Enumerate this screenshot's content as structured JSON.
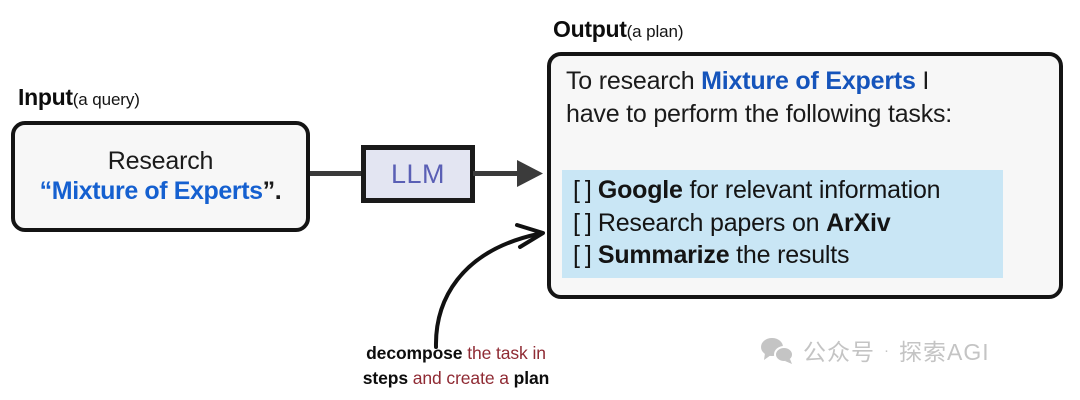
{
  "input_section": {
    "label_main": "Input",
    "label_sub": "(a query)",
    "query_line1": "Research",
    "query_open_quote": "“",
    "query_topic": "Mixture of Experts",
    "query_close": "”."
  },
  "llm": {
    "label": "LLM"
  },
  "output_section": {
    "label_main": "Output",
    "label_sub": "(a plan)",
    "intro_line1_pre": "To research ",
    "intro_topic": "Mixture of Experts",
    "intro_line1_post": " I",
    "intro_line2": "have to perform the following tasks:",
    "tasks": [
      {
        "checkbox": "[ ]",
        "keyword": "Google",
        "rest": " for relevant information",
        "keyword_first": true
      },
      {
        "checkbox": "[ ]",
        "pre": "Research papers on ",
        "keyword": "ArXiv",
        "keyword_first": false
      },
      {
        "checkbox": "[ ]",
        "keyword": "Summarize",
        "rest": " the results",
        "keyword_first": true
      }
    ]
  },
  "annotation": {
    "line1_kw": "decompose",
    "line1_rest": " the task in",
    "line2_kw1": "steps",
    "line2_mid": " and create a ",
    "line2_kw2": "plan"
  },
  "watermark": {
    "icon": "wechat-icon",
    "text_left": "公众号",
    "separator": "·",
    "text_right": "探索AGI"
  },
  "colors": {
    "accent_blue_input": "#1560d0",
    "accent_blue_output": "#1554bb",
    "highlight_band": "#c9e6f5",
    "llm_fill": "#e3e5f2",
    "llm_text": "#5a5fb5",
    "annotation_red": "#8f2a33",
    "box_border": "#141414",
    "box_fill": "#f7f7f7",
    "connector": "#3b3b3b"
  }
}
